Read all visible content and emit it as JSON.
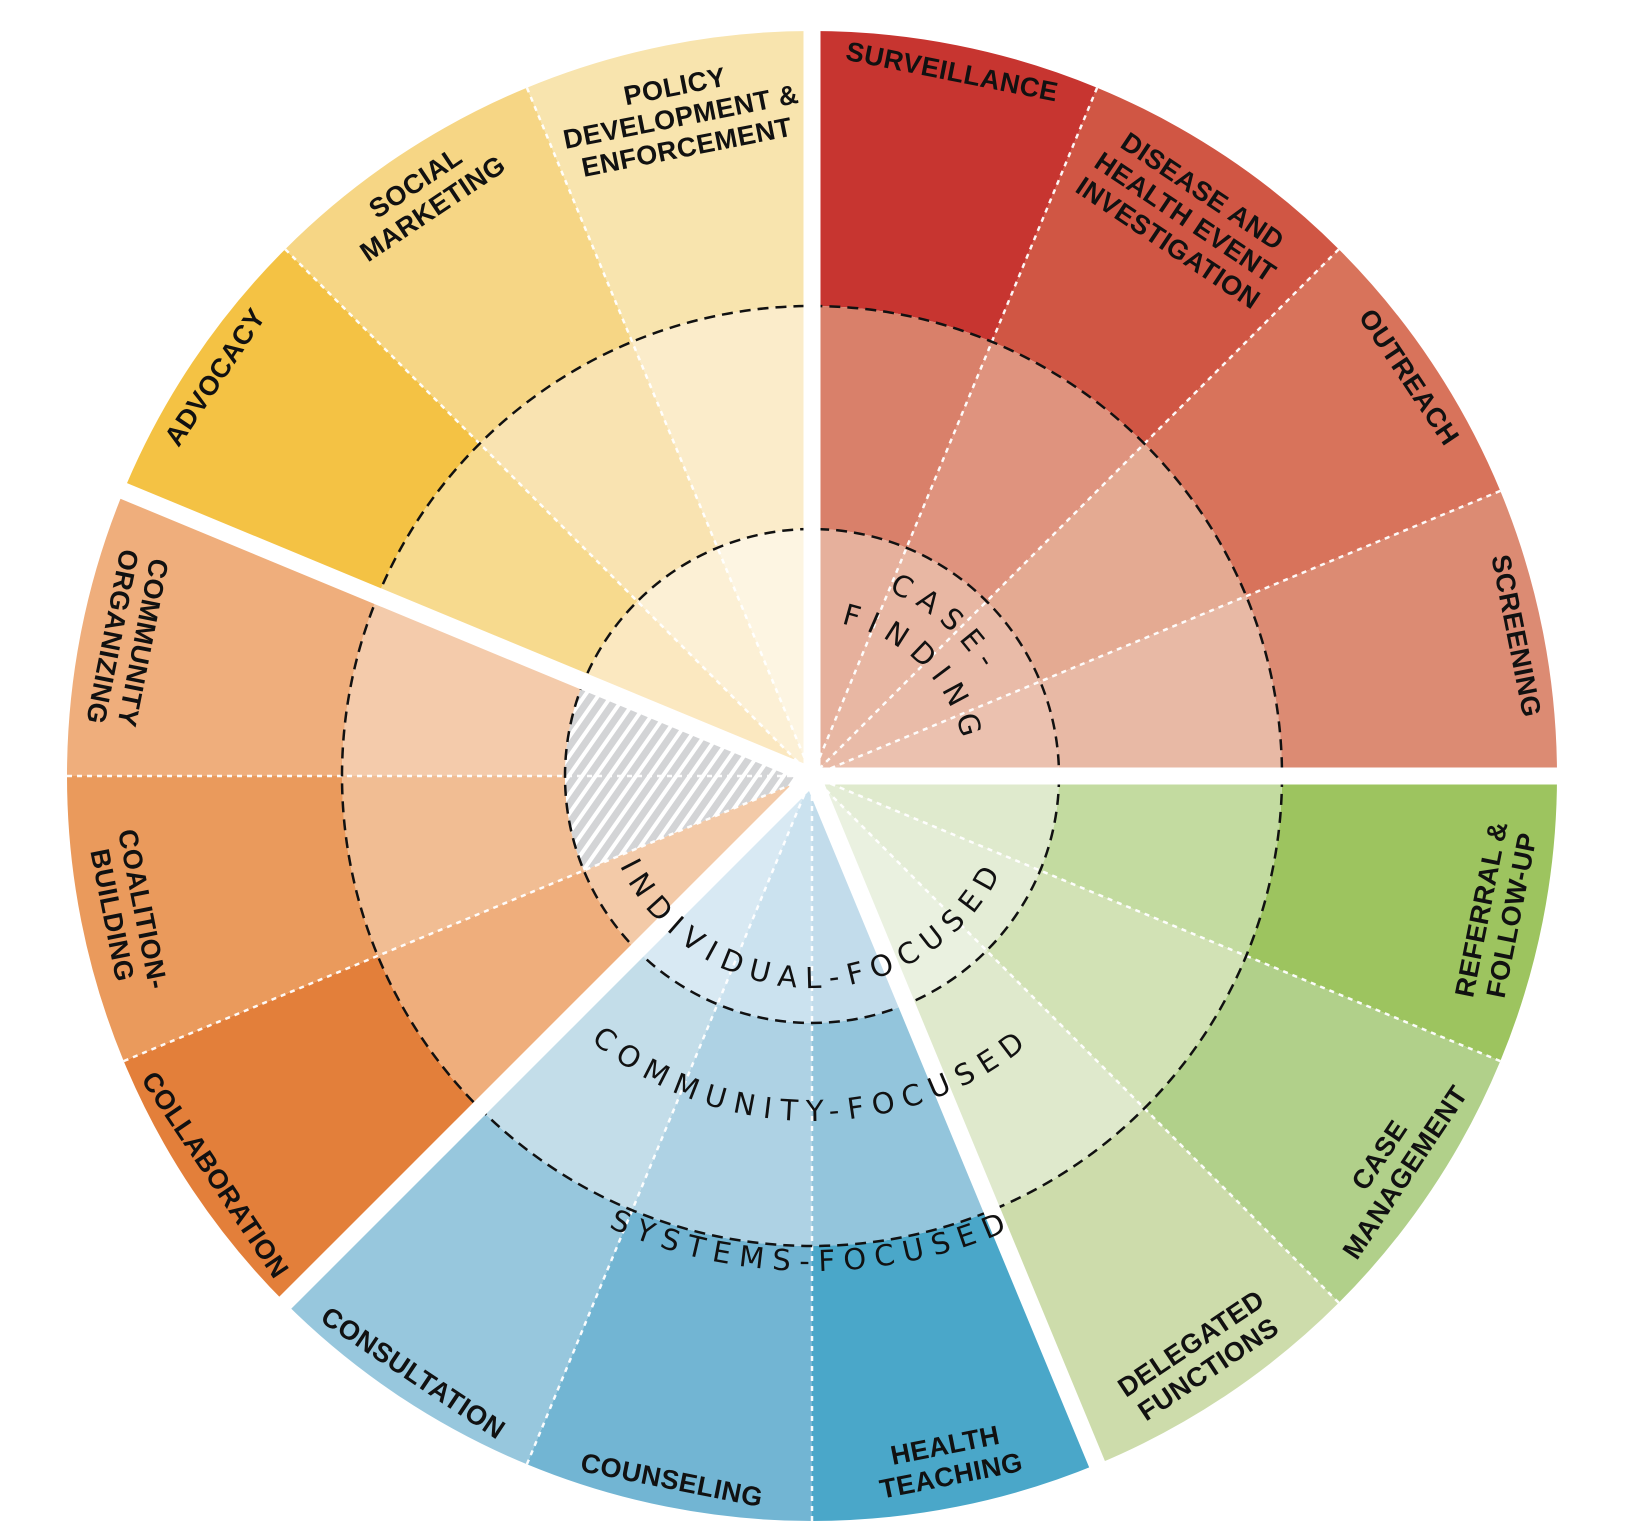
{
  "title": "Public Health Intervention Wheel",
  "ring_labels": {
    "individual": "INDIVIDUAL-FOCUSED",
    "community": "COMMUNITY-FOCUSED",
    "systems": "SYSTEMS-FOCUSED",
    "case_finding_line1": "CASE-",
    "case_finding_line2": "FINDING"
  },
  "groups": [
    {
      "name": "red",
      "slices": [
        {
          "label": [
            "SURVEILLANCE"
          ],
          "colors": {
            "outer": "#c73530",
            "middle": "#d9806a",
            "inner": "#e6b09c"
          }
        },
        {
          "label": [
            "DISEASE AND",
            "HEALTH EVENT",
            "INVESTIGATION"
          ],
          "colors": {
            "outer": "#d05644",
            "middle": "#df937e",
            "inner": "#e8b7a3"
          }
        },
        {
          "label": [
            "OUTREACH"
          ],
          "colors": {
            "outer": "#d8735b",
            "middle": "#e4aa92",
            "inner": "#e9bba8"
          }
        },
        {
          "label": [
            "SCREENING"
          ],
          "colors": {
            "outer": "#dc8b73",
            "middle": "#e8b9a5",
            "inner": "#ebc1af"
          }
        }
      ]
    },
    {
      "name": "green",
      "slices": [
        {
          "label": [
            "REFERRAL &",
            "FOLLOW-UP"
          ],
          "colors": {
            "outer": "#9dc45f",
            "middle": "#c3dba0",
            "inner": "#dfeacd"
          }
        },
        {
          "label": [
            "CASE",
            "MANAGEMENT"
          ],
          "colors": {
            "outer": "#b1d08a",
            "middle": "#d2e2b5",
            "inner": "#e4edd6"
          }
        },
        {
          "label": [
            "DELEGATED",
            "FUNCTIONS"
          ],
          "colors": {
            "outer": "#cddcab",
            "middle": "#dfe9cc",
            "inner": "#eaf1e0"
          }
        }
      ]
    },
    {
      "name": "blue",
      "slices": [
        {
          "label": [
            "HEALTH",
            "TEACHING"
          ],
          "colors": {
            "outer": "#4aa7c9",
            "middle": "#93c5dc",
            "inner": "#c2dceb"
          }
        },
        {
          "label": [
            "COUNSELING"
          ],
          "colors": {
            "outer": "#72b5d3",
            "middle": "#aed2e4",
            "inner": "#cbe2ef"
          }
        },
        {
          "label": [
            "CONSULTATION"
          ],
          "colors": {
            "outer": "#97c7dd",
            "middle": "#c3dde9",
            "inner": "#d8e9f3"
          }
        }
      ]
    },
    {
      "name": "orange",
      "slices": [
        {
          "label": [
            "COLLABORATION"
          ],
          "colors": {
            "outer": "#e37f3a",
            "middle": "#efae7c",
            "inner": "#f3caa8"
          }
        },
        {
          "label": [
            "COALITION-",
            "BUILDING"
          ],
          "colors": {
            "outer": "#ea9a5c",
            "middle": "#f1bd93",
            "inner": "hatch"
          }
        },
        {
          "label": [
            "COMMUNITY",
            "ORGANIZING"
          ],
          "colors": {
            "outer": "#efae7c",
            "middle": "#f4cbab",
            "inner": "hatch"
          }
        }
      ]
    },
    {
      "name": "yellow",
      "slices": [
        {
          "label": [
            "ADVOCACY"
          ],
          "colors": {
            "outer": "#f4c244",
            "middle": "#f7da8e",
            "inner": "#fbe8c0"
          }
        },
        {
          "label": [
            "SOCIAL",
            "MARKETING"
          ],
          "colors": {
            "outer": "#f6d685",
            "middle": "#f9e3b1",
            "inner": "#fcf0d5"
          }
        },
        {
          "label": [
            "POLICY",
            "DEVELOPMENT &",
            "ENFORCEMENT"
          ],
          "colors": {
            "outer": "#f8e4ae",
            "middle": "#fbecca",
            "inner": "#fdf5e2"
          }
        }
      ]
    }
  ]
}
